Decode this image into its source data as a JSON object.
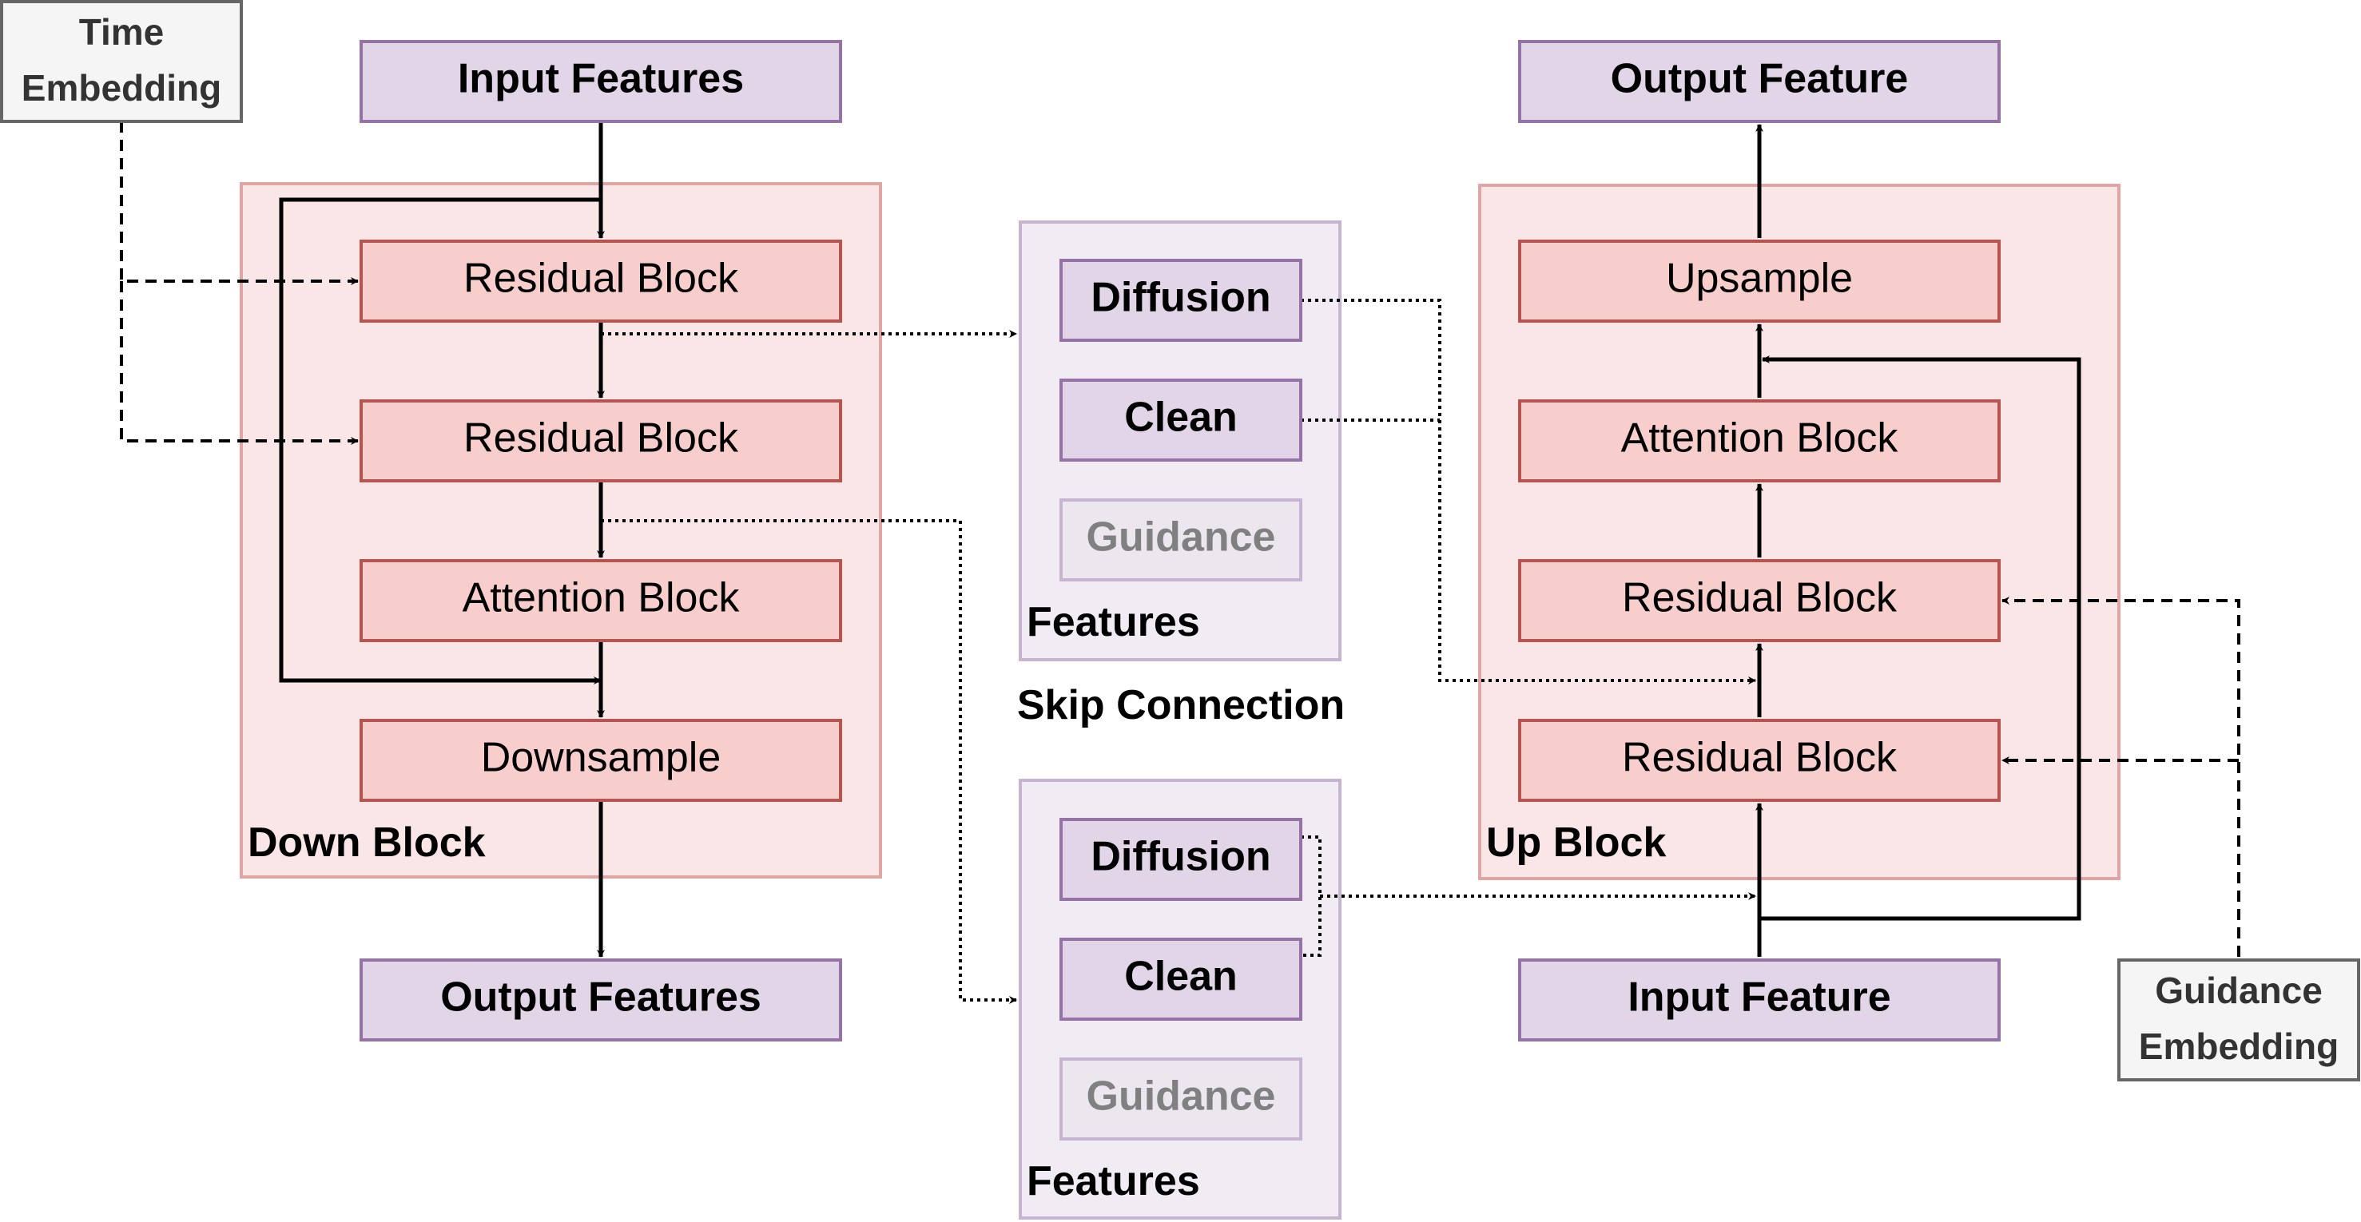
{
  "colors": {
    "red_fill": "#f8cecc",
    "red_stroke": "#b85450",
    "red_group_fill": "#fae6e6",
    "red_group_stroke": "#e0a6a6",
    "purple_fill": "#e1d5e7",
    "purple_stroke": "#9673a6",
    "purple_group_fill": "#f1ecf3",
    "purple_group_stroke": "#c7b4d3",
    "grey_fill": "#f5f5f5",
    "grey_stroke": "#666666"
  },
  "embeddings": {
    "time": [
      "Time",
      "Embedding"
    ],
    "guidance": [
      "Guidance",
      "Embedding"
    ]
  },
  "down": {
    "input": "Input Features",
    "res1": "Residual Block",
    "res2": "Residual Block",
    "attn": "Attention Block",
    "downsample": "Downsample",
    "group_label": "Down Block",
    "output": "Output Features"
  },
  "skip": {
    "label": "Skip Connection",
    "top": {
      "diffusion": "Diffusion",
      "clean": "Clean",
      "guidance": "Guidance",
      "label": "Features"
    },
    "bottom": {
      "diffusion": "Diffusion",
      "clean": "Clean",
      "guidance": "Guidance",
      "label": "Features"
    }
  },
  "up": {
    "output": "Output Feature",
    "upsample": "Upsample",
    "attn": "Attention Block",
    "res2": "Residual Block",
    "res1": "Residual Block",
    "group_label": "Up Block",
    "input": "Input Feature"
  }
}
